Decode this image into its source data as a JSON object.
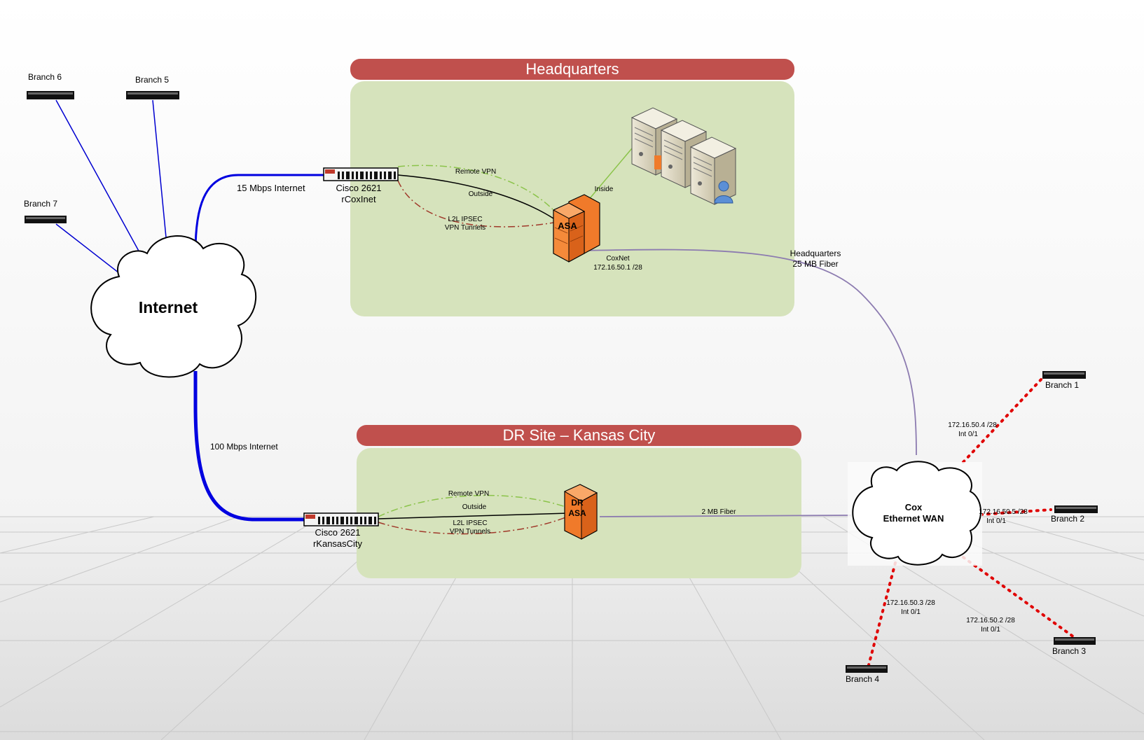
{
  "sites": {
    "headquarters": "Headquarters",
    "dr_site": "DR Site – Kansas City"
  },
  "clouds": {
    "internet": "Internet",
    "wan_line1": "Cox",
    "wan_line2": "Ethernet WAN"
  },
  "routers": {
    "hq_model": "Cisco 2621",
    "hq_name": "rCoxInet",
    "dr_model": "Cisco 2621",
    "dr_name": "rKansasCity"
  },
  "firewalls": {
    "hq": "ASA",
    "dr_line1": "DR",
    "dr_line2": "ASA"
  },
  "links": {
    "hq_internet": "15 Mbps Internet",
    "dr_internet": "100 Mbps Internet",
    "hq_remote_vpn": "Remote VPN",
    "hq_outside": "Outside",
    "hq_l2l_1": "L2L IPSEC",
    "hq_l2l_2": "VPN Tunnels",
    "hq_inside": "Inside",
    "hq_coxnet_1": "CoxNet",
    "hq_coxnet_2": "172.16.50.1 /28",
    "hq_fiber_1": "Headquarters",
    "hq_fiber_2": "25 MB Fiber",
    "dr_remote_vpn": "Remote VPN",
    "dr_outside": "Outside",
    "dr_l2l_1": "L2L IPSEC",
    "dr_l2l_2": "VPN Tunnels",
    "dr_fiber": "2 MB Fiber"
  },
  "branches": {
    "b1": "Branch 1",
    "b2": "Branch 2",
    "b3": "Branch 3",
    "b4": "Branch 4",
    "b5": "Branch 5",
    "b6": "Branch 6",
    "b7": "Branch 7"
  },
  "wan_links": {
    "b1_ip": "172.16.50.4 /28",
    "b1_int": "Int 0/1",
    "b2_ip": "172.16.50.5 /28",
    "b2_int": "Int 0/1",
    "b3_ip": "172.16.50.2 /28",
    "b3_int": "Int 0/1",
    "b4_ip": "172.16.50.3 /28",
    "b4_int": "Int 0/1"
  },
  "colors": {
    "banner": "#c0504d",
    "zone": "#d6e3bc",
    "internet_link": "#0000e0",
    "fiber_link": "#8c7bb0",
    "remote_vpn": "#8bc34a",
    "l2l_vpn": "#a0392a",
    "wan_dotted": "#e00000",
    "firewall": "#f07a2a"
  }
}
